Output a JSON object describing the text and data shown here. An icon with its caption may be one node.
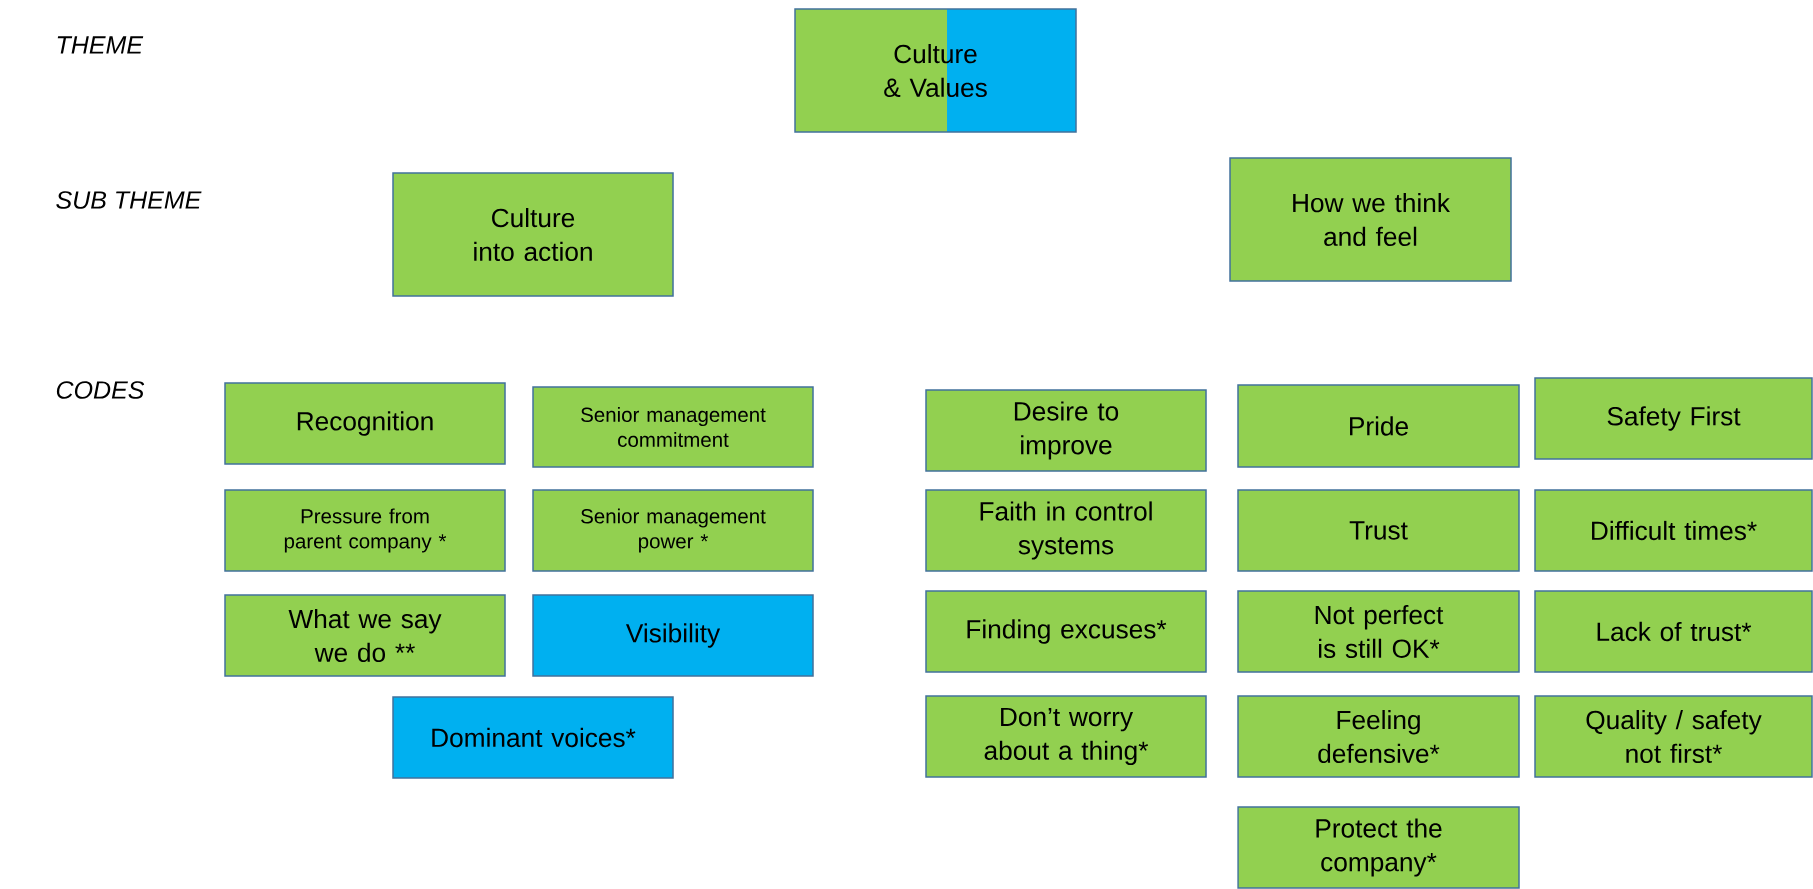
{
  "diagram": {
    "nodes": [
      {
        "text": [
          "Culture & Values"
        ]
      },
      {
        "text": [
          "Culture into action"
        ]
      },
      {
        "text": [
          "How we think and feel"
        ]
      },
      {
        "text": [
          "Recognition"
        ]
      },
      {
        "text": [
          "Senior management commitment"
        ]
      },
      {
        "text": [
          "Pressure from parent company *"
        ]
      },
      {
        "text": [
          "Senior management power *"
        ]
      },
      {
        "text": [
          "What we say we do **"
        ]
      },
      {
        "text": [
          "Visibility"
        ]
      },
      {
        "text": [
          "Dominant voices*"
        ]
      },
      {
        "text": [
          "Desire to improve"
        ]
      },
      {
        "text": [
          "Pride"
        ]
      },
      {
        "text": [
          "Safety First"
        ]
      },
      {
        "text": [
          "Faith in control systems"
        ]
      },
      {
        "text": [
          "Trust"
        ]
      },
      {
        "text": [
          "Difficult times*"
        ]
      },
      {
        "text": [
          "Finding excuses*"
        ]
      },
      {
        "text": [
          "Not perfect is still OK*"
        ]
      },
      {
        "text": [
          "Lack of trust*"
        ]
      },
      {
        "text": [
          "Don’t worry about a thing*"
        ]
      },
      {
        "text": [
          "Feeling defensive*"
        ]
      },
      {
        "text": [
          "Quality / safety not first*"
        ]
      },
      {
        "text": [
          "Protect the company*"
        ]
      }
    ],
    "labels": [
      "THEME",
      "SUB THEME",
      "CODES"
    ]
  }
}
